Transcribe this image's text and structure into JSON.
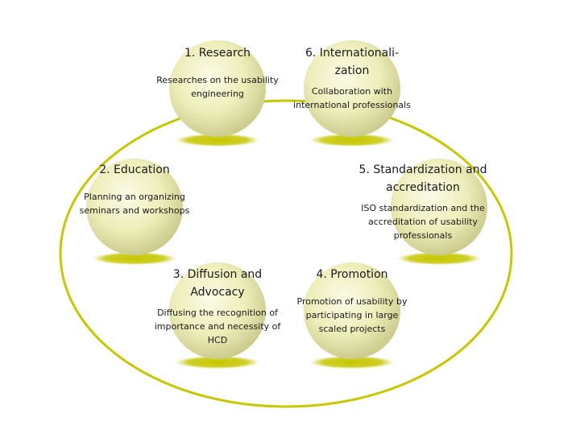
{
  "nodes": [
    {
      "title": "1. Research",
      "desc": "Researches on the usability engineering"
    },
    {
      "title": "6. Internationali-zation",
      "desc": "Collaboration with international professionals"
    },
    {
      "title": "2. Education",
      "desc": "Planning an organizing seminars and workshops"
    },
    {
      "title": "5. Standardization and accreditation",
      "desc": "ISO standardization and the accreditation of usability professionals"
    },
    {
      "title": "3. Diffusion and Advocacy",
      "desc": "Diffusing the recognition of importance and necessity of HCD"
    },
    {
      "title": "4. Promotion",
      "desc": "Promotion of usability by participating in large scaled projects"
    }
  ],
  "colors": {
    "ring": "#c8c800",
    "sphere_light": "#fbfbe8",
    "sphere_mid": "#eeeebb",
    "sphere_dark": "#c9c98a",
    "shadow": "#c6c600"
  }
}
